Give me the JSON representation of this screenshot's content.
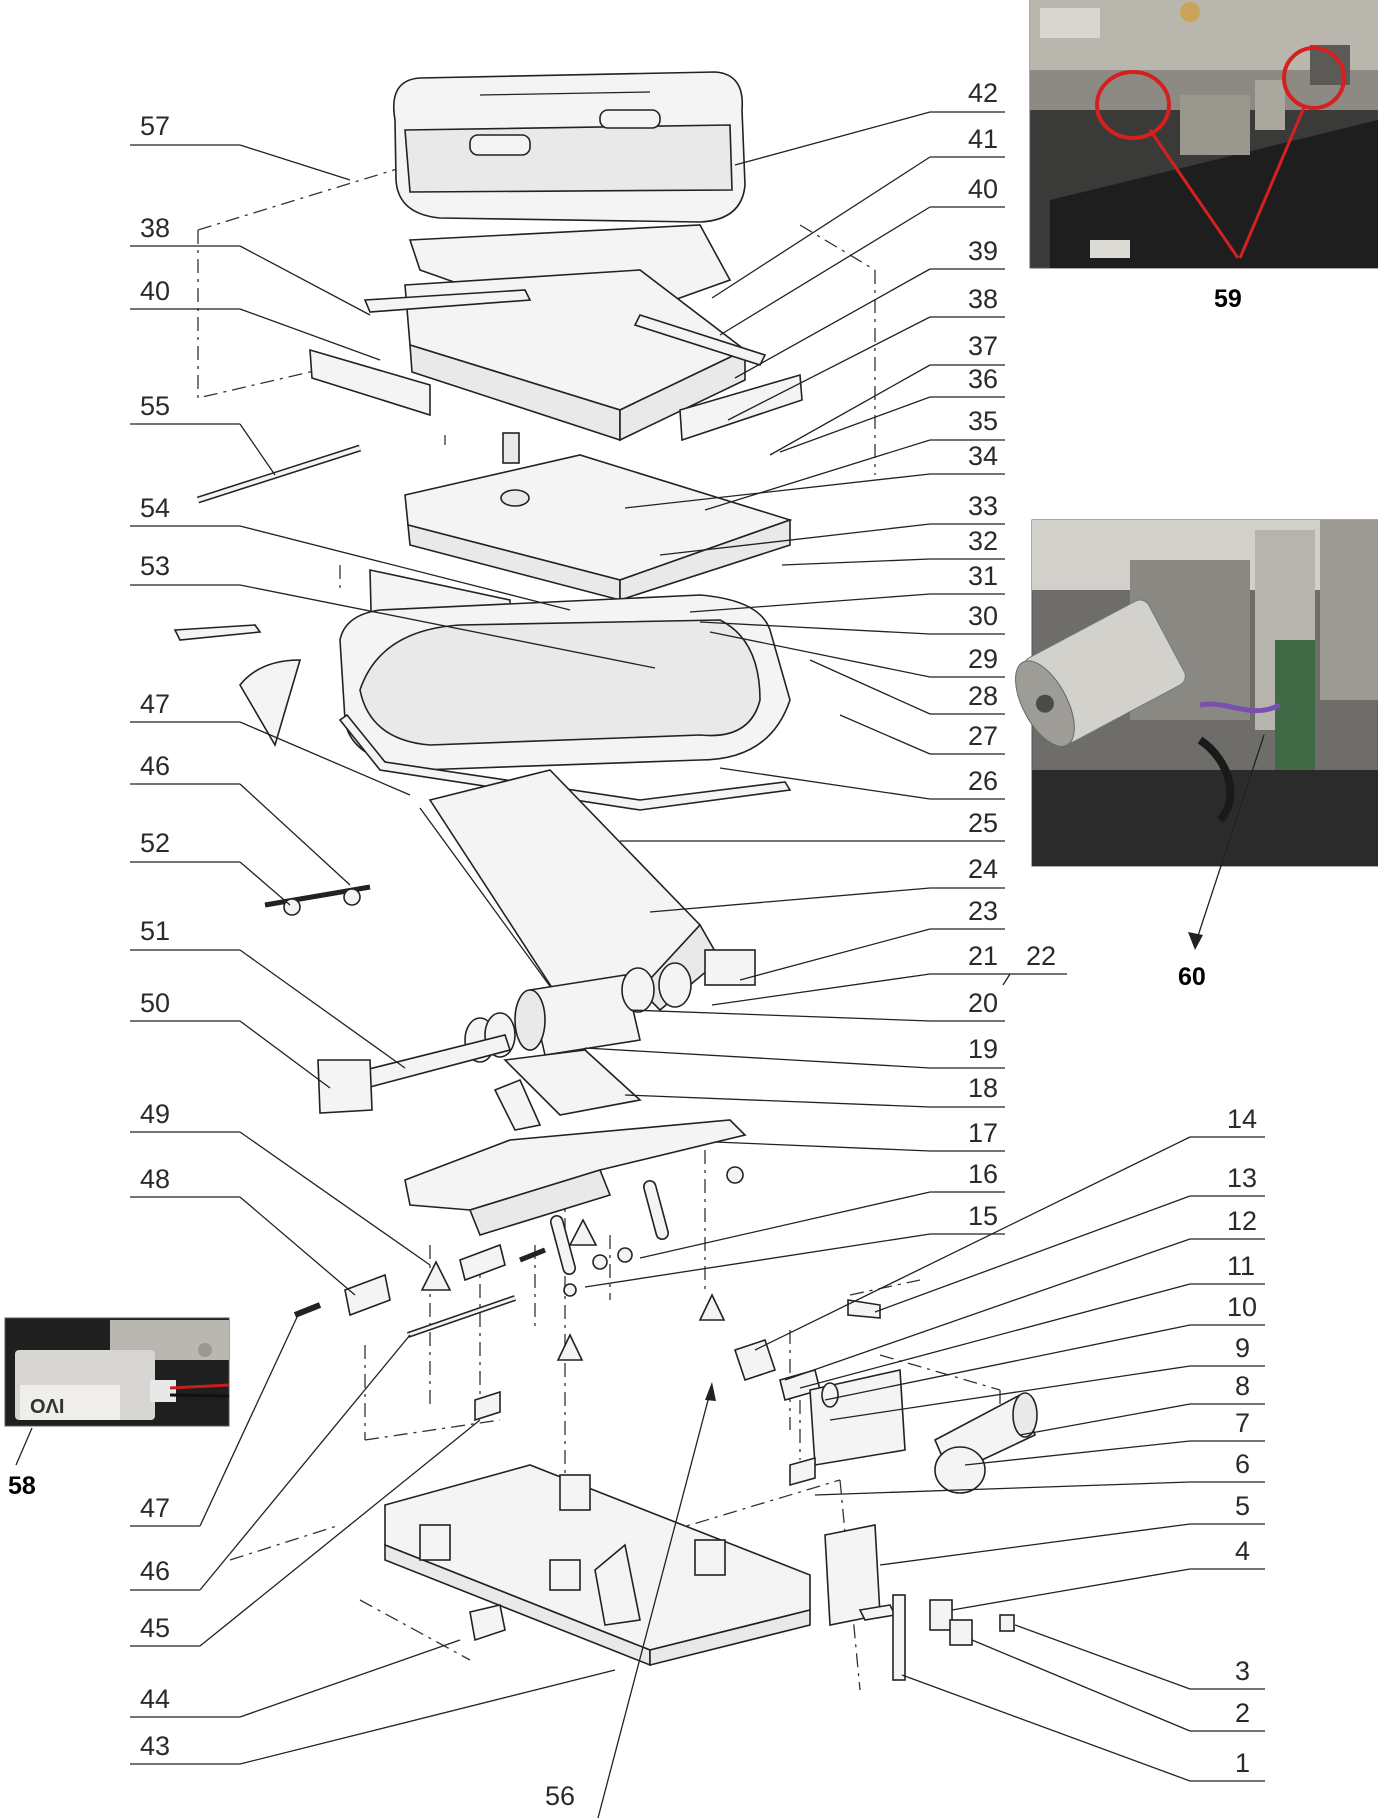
{
  "callouts_left": [
    {
      "label": "57",
      "name": "callout-57"
    },
    {
      "label": "38",
      "name": "callout-38-left"
    },
    {
      "label": "40",
      "name": "callout-40-left"
    },
    {
      "label": "55",
      "name": "callout-55"
    },
    {
      "label": "54",
      "name": "callout-54"
    },
    {
      "label": "53",
      "name": "callout-53"
    },
    {
      "label": "47",
      "name": "callout-47-upper"
    },
    {
      "label": "46",
      "name": "callout-46-upper"
    },
    {
      "label": "52",
      "name": "callout-52"
    },
    {
      "label": "51",
      "name": "callout-51"
    },
    {
      "label": "50",
      "name": "callout-50"
    },
    {
      "label": "49",
      "name": "callout-49"
    },
    {
      "label": "48",
      "name": "callout-48"
    },
    {
      "label": "47",
      "name": "callout-47-lower"
    },
    {
      "label": "46",
      "name": "callout-46-lower"
    },
    {
      "label": "45",
      "name": "callout-45"
    },
    {
      "label": "44",
      "name": "callout-44"
    },
    {
      "label": "43",
      "name": "callout-43"
    }
  ],
  "callouts_right": [
    {
      "label": "42",
      "name": "callout-42"
    },
    {
      "label": "41",
      "name": "callout-41"
    },
    {
      "label": "40",
      "name": "callout-40-right"
    },
    {
      "label": "39",
      "name": "callout-39"
    },
    {
      "label": "38",
      "name": "callout-38-right"
    },
    {
      "label": "37",
      "name": "callout-37"
    },
    {
      "label": "36",
      "name": "callout-36"
    },
    {
      "label": "35",
      "name": "callout-35"
    },
    {
      "label": "34",
      "name": "callout-34"
    },
    {
      "label": "33",
      "name": "callout-33"
    },
    {
      "label": "32",
      "name": "callout-32"
    },
    {
      "label": "31",
      "name": "callout-31"
    },
    {
      "label": "30",
      "name": "callout-30"
    },
    {
      "label": "29",
      "name": "callout-29"
    },
    {
      "label": "28",
      "name": "callout-28"
    },
    {
      "label": "27",
      "name": "callout-27"
    },
    {
      "label": "26",
      "name": "callout-26"
    },
    {
      "label": "25",
      "name": "callout-25"
    },
    {
      "label": "24",
      "name": "callout-24"
    },
    {
      "label": "23",
      "name": "callout-23"
    },
    {
      "label": "21",
      "name": "callout-21"
    },
    {
      "label": "22",
      "name": "callout-22"
    },
    {
      "label": "20",
      "name": "callout-20"
    },
    {
      "label": "19",
      "name": "callout-19"
    },
    {
      "label": "18",
      "name": "callout-18"
    },
    {
      "label": "17",
      "name": "callout-17"
    },
    {
      "label": "16",
      "name": "callout-16"
    },
    {
      "label": "15",
      "name": "callout-15"
    },
    {
      "label": "14",
      "name": "callout-14"
    },
    {
      "label": "13",
      "name": "callout-13"
    },
    {
      "label": "12",
      "name": "callout-12"
    },
    {
      "label": "11",
      "name": "callout-11"
    },
    {
      "label": "10",
      "name": "callout-10"
    },
    {
      "label": "9",
      "name": "callout-9"
    },
    {
      "label": "8",
      "name": "callout-8"
    },
    {
      "label": "7",
      "name": "callout-7"
    },
    {
      "label": "6",
      "name": "callout-6"
    },
    {
      "label": "5",
      "name": "callout-5"
    },
    {
      "label": "4",
      "name": "callout-4"
    },
    {
      "label": "3",
      "name": "callout-3"
    },
    {
      "label": "2",
      "name": "callout-2"
    },
    {
      "label": "1",
      "name": "callout-1"
    }
  ],
  "callout_bottom": {
    "label": "56"
  },
  "photo_callouts": {
    "p59": "59",
    "p60": "60",
    "p58": "58"
  },
  "photo_label": {
    "sensor_text": "OΛI"
  },
  "colors": {
    "photo_highlight": "#d62020",
    "line": "#222222"
  }
}
